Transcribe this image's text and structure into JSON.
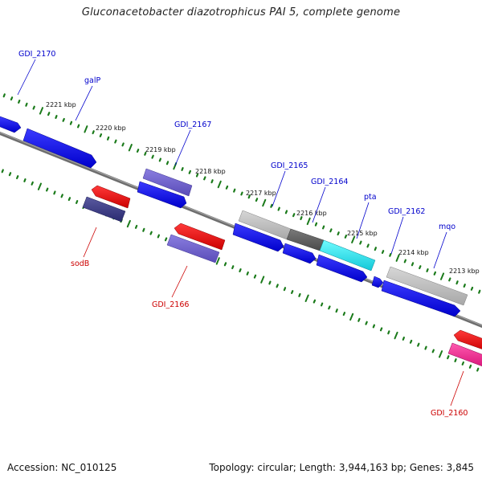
{
  "title": "Gluconacetobacter diazotrophicus PAI 5, complete genome",
  "accession": "Accession: NC_010125",
  "summary": "Topology: circular; Length: 3,944,163 bp; Genes: 3,845",
  "colors": {
    "forward_gene": "#0000ee",
    "reverse_gene": "#ee0000",
    "label_forward": "#0000cc",
    "label_reverse": "#cc0000",
    "backbone": "#808080",
    "tick": "#1a7a1a"
  },
  "scale_labels": [
    "2221 kbp",
    "2220 kbp",
    "2219 kbp",
    "2218 kbp",
    "2217 kbp",
    "2216 kbp",
    "2215 kbp",
    "2214 kbp",
    "2213 kbp"
  ],
  "forward_labels": [
    "GDI_2170",
    "galP",
    "GDI_2167",
    "GDI_2165",
    "GDI_2164",
    "pta",
    "GDI_2162",
    "mqo"
  ],
  "reverse_labels": [
    "sodB",
    "GDI_2166",
    "GDI_2160"
  ]
}
